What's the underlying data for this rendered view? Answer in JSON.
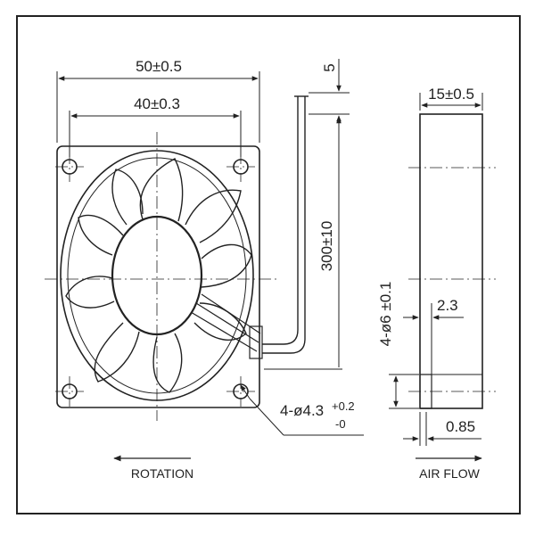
{
  "diagram": {
    "dimensions": {
      "width_total": "50±0.5",
      "hole_spacing": "40±0.3",
      "wire_offset": "5",
      "wire_length": "300±10",
      "thickness": "15±0.5",
      "mount_hole_diameter": "4-ø6 ±0.1",
      "flange_depth": "2.3",
      "screw_hole_prefix": "4-ø4.3",
      "screw_hole_tol_plus": "+0.2",
      "screw_hole_tol_minus": "-0",
      "flange_thickness": "0.85"
    },
    "captions": {
      "rotation": "ROTATION",
      "air_flow": "AIR FLOW"
    },
    "colors": {
      "line": "#222222",
      "background": "#ffffff"
    }
  }
}
